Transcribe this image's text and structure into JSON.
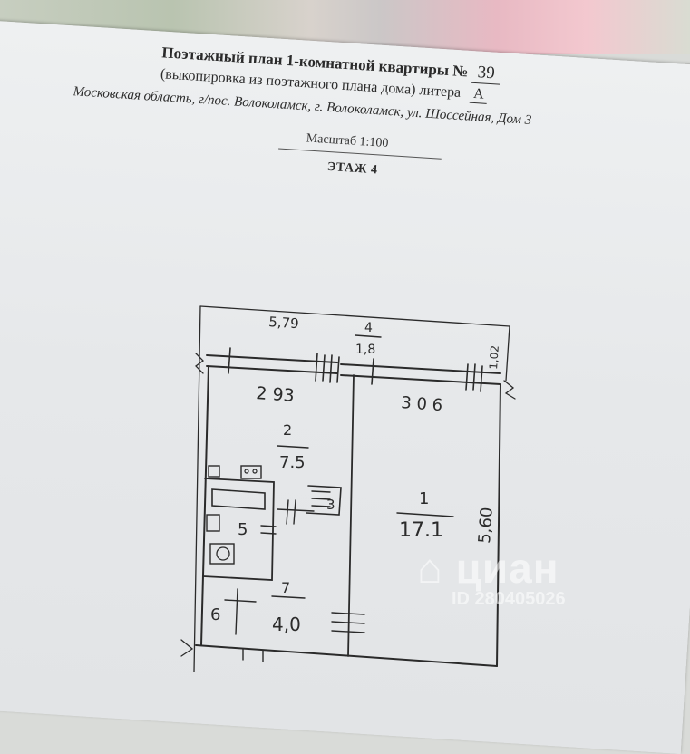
{
  "header": {
    "title_prefix": "Поэтажный план 1-комнатной квартиры №",
    "apartment_number": "39",
    "subtitle": "(выкопировка из поэтажного плана дома) литера",
    "litera": "А",
    "address": "Московская область, г/пос. Волоколамск, г. Волоколамск, ул. Шоссейная, Дом 3",
    "scale": "Масштаб 1:100",
    "floor": "ЭТАЖ 4"
  },
  "plan": {
    "dims": {
      "total_width": "5,79",
      "wall_segment_left": "2 93",
      "wall_segment_right": "3 0 6",
      "right_top": "1,02",
      "right_height": "5,60"
    },
    "rooms": [
      {
        "id": "1",
        "area": "17.1"
      },
      {
        "id": "2",
        "area": "7.5"
      },
      {
        "id": "3",
        "area": ""
      },
      {
        "id": "4",
        "area": "1,8"
      },
      {
        "id": "5",
        "area": ""
      },
      {
        "id": "6",
        "area": ""
      },
      {
        "id": "7",
        "area": "4,0"
      }
    ]
  },
  "watermark": {
    "brand": "циан",
    "listing_id": "ID 280405026"
  }
}
